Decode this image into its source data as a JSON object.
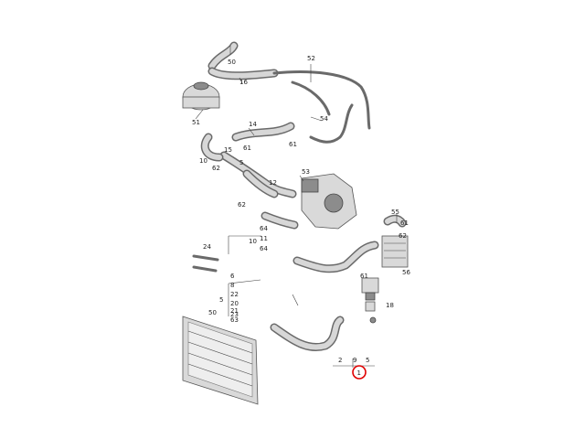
{
  "diagram": {
    "callouts": {
      "c1": "1",
      "c2": "2",
      "c5a": "5",
      "c5b": "5",
      "c6": "6",
      "c8": "8",
      "c9": "9",
      "c10a": "10",
      "c10b": "10",
      "c11": "11",
      "c12": "12",
      "c14": "14",
      "c15": "15",
      "c16": "16",
      "c18": "18",
      "c20": "20",
      "c21": "21",
      "c22": "22",
      "c23": "23",
      "c24": "24",
      "c50a": "50",
      "c50b": "50",
      "c51": "51",
      "c52": "52",
      "c53": "53",
      "c54": "54",
      "c55": "55",
      "c56": "56",
      "c61a": "61",
      "c61b": "61",
      "c61c": "61",
      "c61d": "61",
      "c62a": "62",
      "c62b": "62",
      "c62c": "62",
      "c63": "63",
      "c64a": "64",
      "c64b": "64"
    },
    "highlight": {
      "color": "#e00000",
      "callout": "1"
    },
    "colors": {
      "hose_outline": "#6a6a6a",
      "hose_fill": "#d7d7d7",
      "part_fill": "#d9d9d9"
    }
  }
}
